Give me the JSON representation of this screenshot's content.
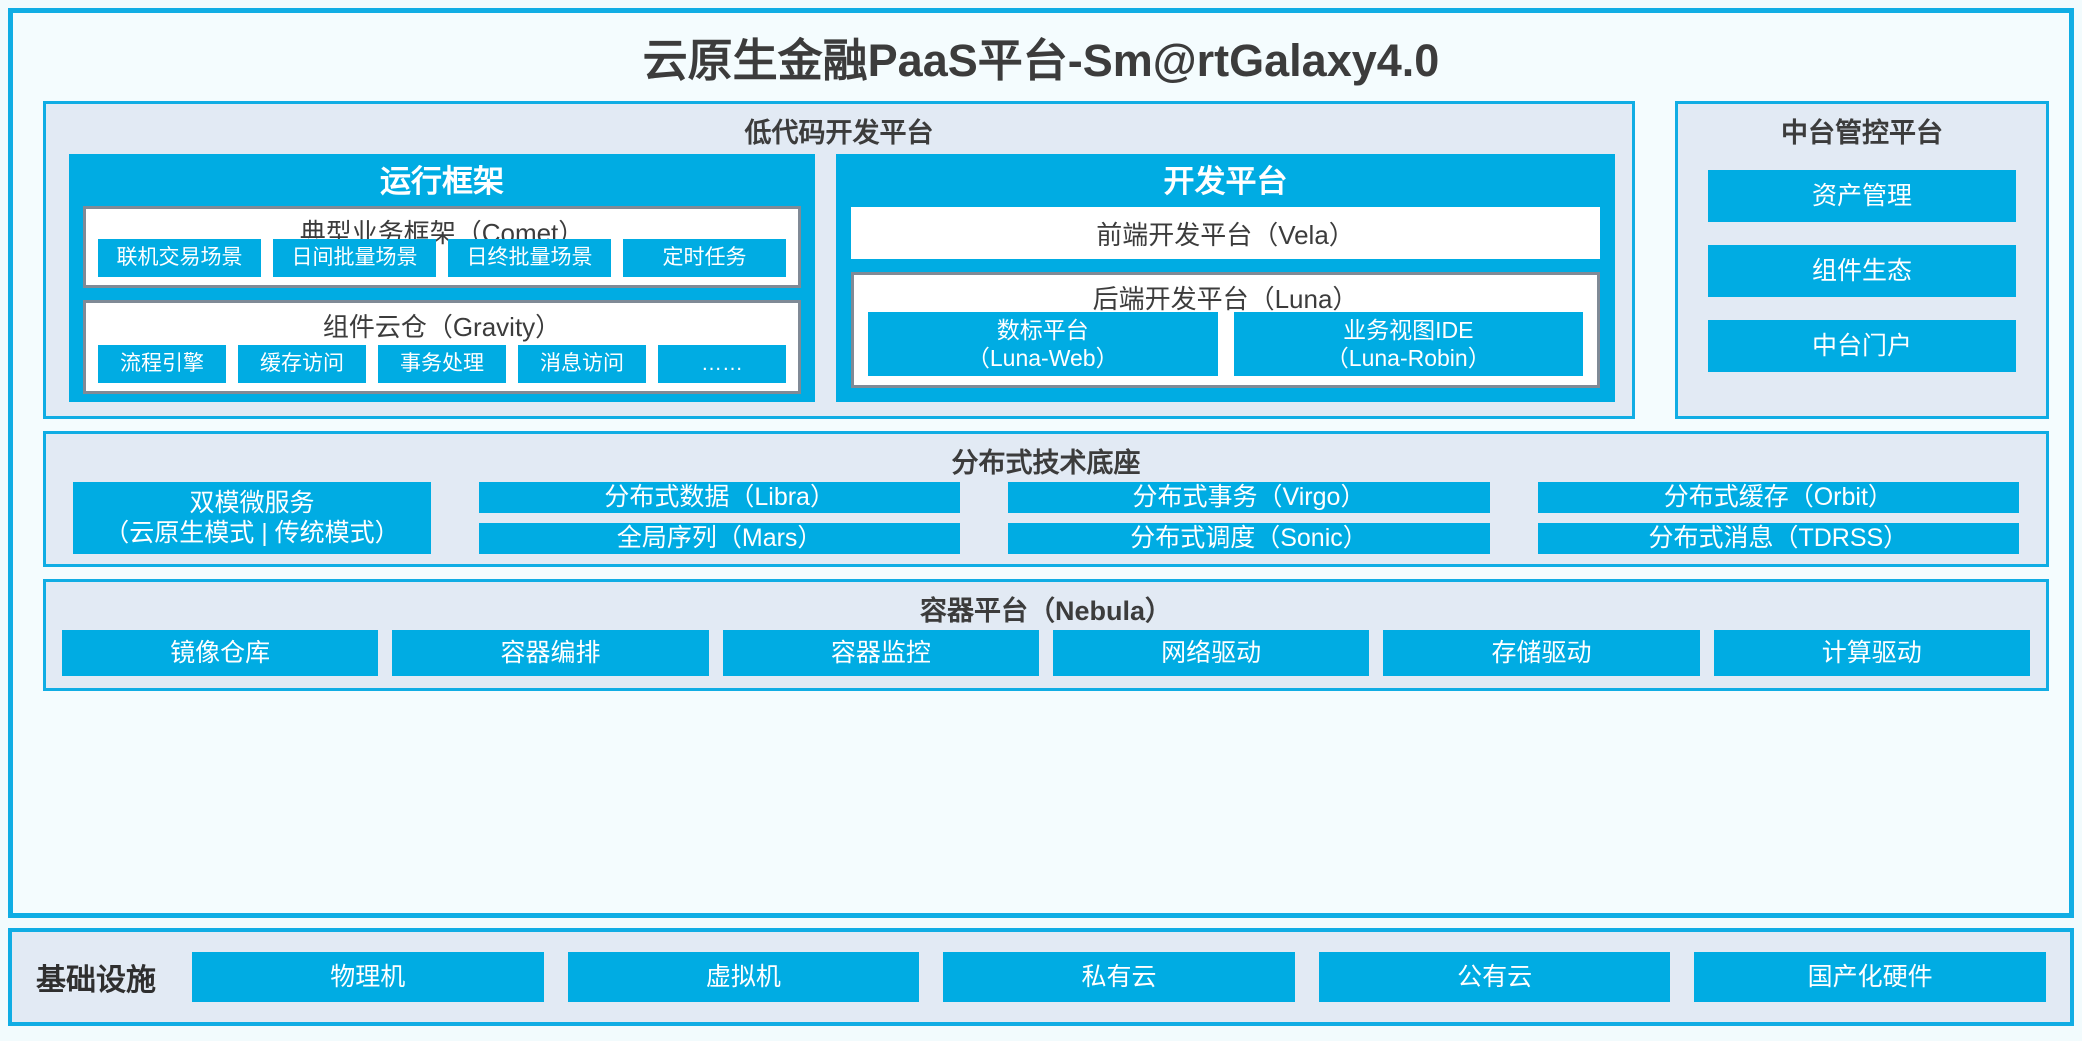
{
  "title": "云原生金融PaaS平台-Sm@rtGalaxy4.0",
  "colors": {
    "accent": "#10ade4",
    "block": "#00ace3",
    "panel_bg": "#e2eaf4",
    "page_bg": "#f2fbfd",
    "inner_border": "#808a96",
    "text": "#3c3c3c"
  },
  "lowcode": {
    "title": "低代码开发平台",
    "runtime": {
      "title": "运行框架",
      "comet": {
        "title": "典型业务框架（Comet）",
        "items": [
          "联机交易场景",
          "日间批量场景",
          "日终批量场景",
          "定时任务"
        ]
      },
      "gravity": {
        "title": "组件云仓（Gravity）",
        "items": [
          "流程引擎",
          "缓存访问",
          "事务处理",
          "消息访问",
          "……"
        ]
      }
    },
    "devplatform": {
      "title": "开发平台",
      "frontend": "前端开发平台（Vela）",
      "backend": {
        "title": "后端开发平台（Luna）",
        "items": [
          {
            "line1": "数标平台",
            "line2": "（Luna-Web）"
          },
          {
            "line1": "业务视图IDE",
            "line2": "（Luna-Robin）"
          }
        ]
      }
    }
  },
  "midoffice": {
    "title": "中台管控平台",
    "items": [
      "资产管理",
      "组件生态",
      "中台门户"
    ]
  },
  "distributed": {
    "title": "分布式技术底座",
    "microservice": {
      "line1": "双模微服务",
      "line2": "（云原生模式 | 传统模式）"
    },
    "columns": [
      {
        "top": "分布式数据（Libra）",
        "bottom": "全局序列（Mars）"
      },
      {
        "top": "分布式事务（Virgo）",
        "bottom": "分布式调度（Sonic）"
      },
      {
        "top": "分布式缓存（Orbit）",
        "bottom": "分布式消息（TDRSS）"
      }
    ]
  },
  "container": {
    "title": "容器平台（Nebula）",
    "items": [
      "镜像仓库",
      "容器编排",
      "容器监控",
      "网络驱动",
      "存储驱动",
      "计算驱动"
    ]
  },
  "infrastructure": {
    "label": "基础设施",
    "items": [
      "物理机",
      "虚拟机",
      "私有云",
      "公有云",
      "国产化硬件"
    ]
  }
}
